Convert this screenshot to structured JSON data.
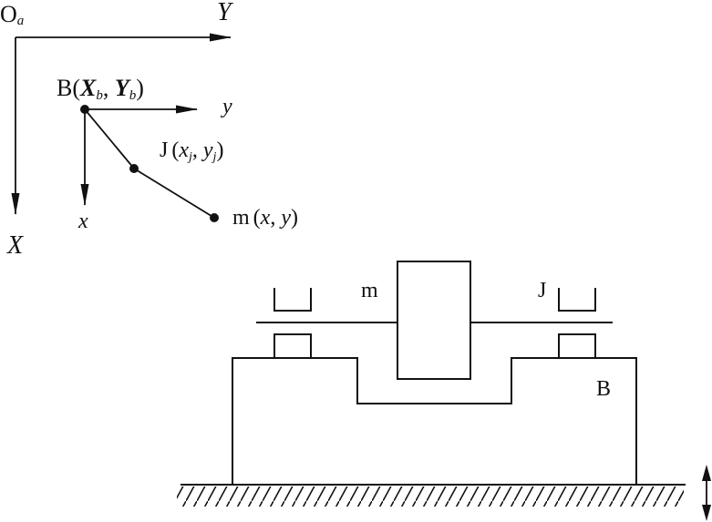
{
  "coord_system": {
    "origin_label": "O",
    "origin_subscript": "a",
    "global_x_label": "X",
    "global_y_label": "Y",
    "local_x_label": "x",
    "local_y_label": "y"
  },
  "points": {
    "base": {
      "name": "B",
      "coords": "(X_b, Y_b)",
      "open": "(",
      "X": "X",
      "Xsub": "b",
      "comma": ", ",
      "Y": "Y",
      "Ysub": "b",
      "close": ")"
    },
    "joint": {
      "name": "J",
      "open": "(",
      "x": "x",
      "xsub": "j",
      "comma": ", ",
      "y": "y",
      "ysub": "j",
      "close": ")"
    },
    "mass": {
      "name": "m",
      "open": "(",
      "x": "x",
      "comma": ", ",
      "y": "y",
      "close": ")"
    }
  },
  "mechanism": {
    "mass_label": "m",
    "joint_label": "J",
    "base_label": "B"
  },
  "colors": {
    "stroke": "#111111",
    "background": "#ffffff"
  }
}
